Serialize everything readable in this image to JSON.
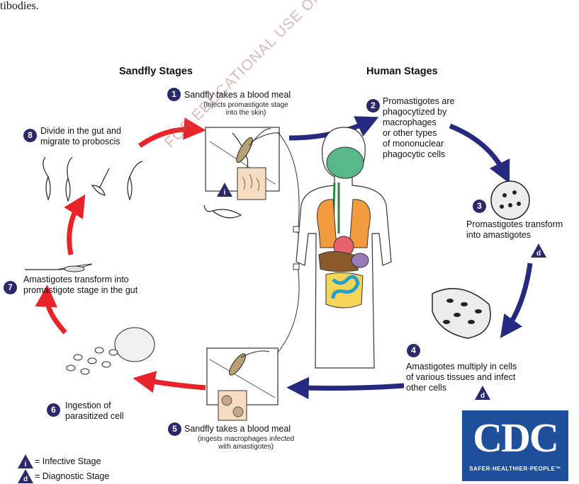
{
  "top_cut_text": "tibodies.",
  "headings": {
    "sandfly": "Sandfly Stages",
    "human": "Human Stages"
  },
  "watermark": "FOR EDUCATIONAL USE ONLY",
  "steps": [
    {
      "n": "1",
      "main": "Sandfly takes a blood meal",
      "sub1": "(injects promastigote stage",
      "sub2": "into the skin)"
    },
    {
      "n": "2",
      "l1": "Promastigotes are",
      "l2": "phagocytized by",
      "l3": "macrophages",
      "l4": "or other types",
      "l5": "of mononuclear",
      "l6": "phagocytic cells"
    },
    {
      "n": "3",
      "l1": "Promastigotes transform",
      "l2": "into amastigotes"
    },
    {
      "n": "4",
      "l1": "Amastigotes multiply in cells",
      "l2": "of various tissues and infect",
      "l3": "other cells"
    },
    {
      "n": "5",
      "main": "Sandfly takes a blood meal",
      "sub1": "(ingests macrophages infected",
      "sub2": "with amastigotes)"
    },
    {
      "n": "6",
      "l1": "Ingestion of",
      "l2": "parasitized cell"
    },
    {
      "n": "7",
      "l1": "Amastigotes transform into",
      "l2": "promastigote stage in  the gut"
    },
    {
      "n": "8",
      "l1": "Divide in the gut and",
      "l2": "migrate to proboscis"
    }
  ],
  "badges": {
    "infective": "i",
    "diagnostic": "d"
  },
  "legend": {
    "infective": "= Infective Stage",
    "diagnostic": "= Diagnostic Stage"
  },
  "logo": {
    "letters": "CDC",
    "tagline": "SAFER·HEALTHIER·PEOPLE™"
  },
  "colors": {
    "red_arrow": "#e8232a",
    "blue_arrow": "#262980",
    "badge": "#2a2a6a",
    "cdc_blue": "#1e4f9a"
  }
}
